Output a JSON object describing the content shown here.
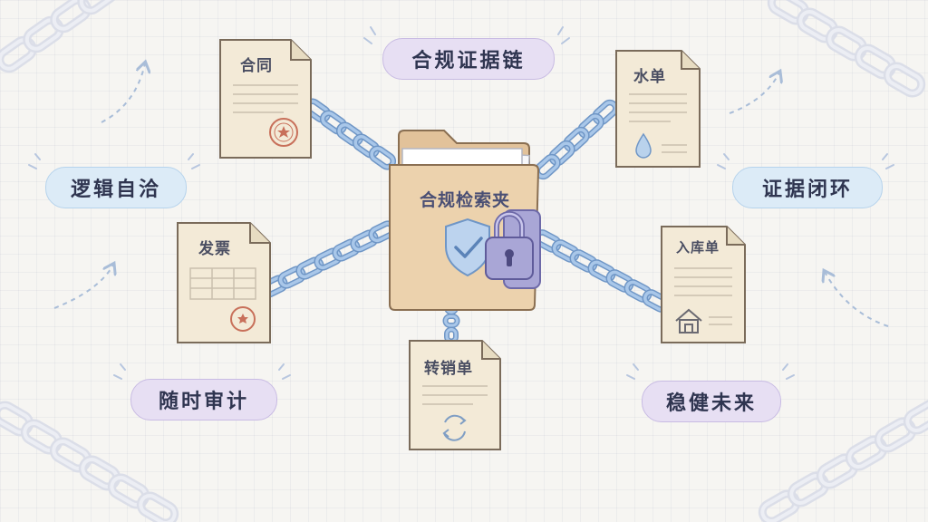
{
  "folder": {
    "title": "合规检索夹"
  },
  "documents": {
    "contract": {
      "title": "合同"
    },
    "water_bill": {
      "title": "水单"
    },
    "invoice": {
      "title": "发票"
    },
    "warehouse_receipt": {
      "title": "入库单"
    },
    "write_off": {
      "title": "转销单"
    }
  },
  "labels": {
    "top": "合规证据链",
    "left_upper": "逻辑自洽",
    "right_upper": "证据闭环",
    "left_lower": "随时审计",
    "right_lower": "稳健未来"
  },
  "colors": {
    "chain": "#8fb3dc",
    "folder": "#ecd2ad",
    "lock": "#a9a6d6",
    "pill_purple": "#e7dff3",
    "pill_blue": "#dcebf7",
    "stamp": "#c8705a"
  },
  "icons": {
    "folder_badge": "shield-check-icon",
    "lock": "padlock-icon",
    "water": "water-drop-icon",
    "warehouse": "house-icon",
    "write_off": "refresh-icon"
  }
}
